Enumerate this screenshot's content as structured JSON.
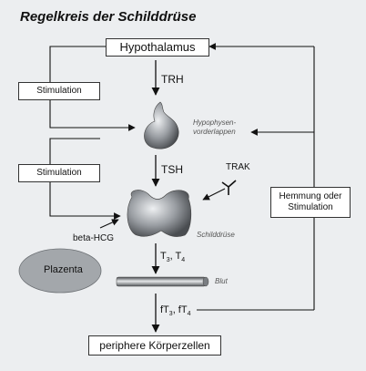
{
  "title": "Regelkreis der Schilddrüse",
  "nodes": {
    "hypothalamus": "Hypothalamus",
    "trh": "TRH",
    "hypophysis_line1": "Hypophysen-",
    "hypophysis_line2": "vorderlappen",
    "stimulation_1": "Stimulation",
    "tsh": "TSH",
    "trak": "TRAK",
    "stimulation_2": "Stimulation",
    "thyroid": "Schilddrüse",
    "beta_hcg": "beta-HCG",
    "placenta": "Plazenta",
    "t3_t4": {
      "t": "T",
      "s1": "3",
      "sep": ", T",
      "s2": "4"
    },
    "blood": "Blut",
    "ft3_ft4": {
      "t": "fT",
      "s1": "3",
      "sep": ", fT",
      "s2": "4"
    },
    "feedback_line1": "Hemmung oder",
    "feedback_line2": "Stimulation",
    "peripheral_cells": "periphere Körperzellen"
  },
  "colors": {
    "background": "#eceef0",
    "placenta_fill": "#a3a7ab",
    "organ_dark": "#4a4d51",
    "organ_light": "#eef0f2"
  }
}
